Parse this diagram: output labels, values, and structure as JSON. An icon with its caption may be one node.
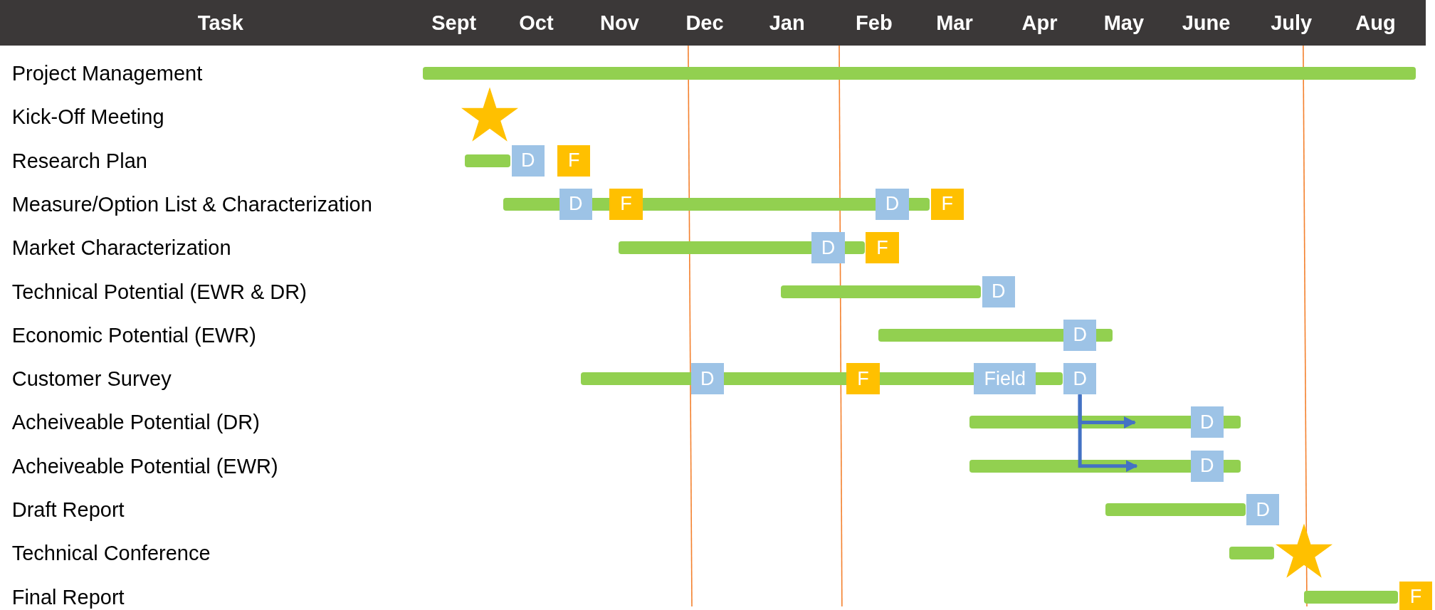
{
  "diagram": {
    "nodes": [
      {
        "text": [],
        "shape": "bar"
      },
      {
        "text": [],
        "shape": "star"
      },
      {
        "text": [],
        "shape": "bar"
      },
      {
        "text": [
          "D"
        ]
      },
      {
        "text": [
          "F"
        ]
      },
      {
        "text": [],
        "shape": "bar"
      },
      {
        "text": [
          "D"
        ]
      },
      {
        "text": [
          "F"
        ]
      },
      {
        "text": [
          "D"
        ]
      },
      {
        "text": [
          "F"
        ]
      },
      {
        "text": [],
        "shape": "bar"
      },
      {
        "text": [
          "D"
        ]
      },
      {
        "text": [
          "F"
        ]
      },
      {
        "text": [],
        "shape": "bar"
      },
      {
        "text": [
          "D"
        ]
      },
      {
        "text": [],
        "shape": "bar"
      },
      {
        "text": [
          "D"
        ]
      },
      {
        "text": [],
        "shape": "bar"
      },
      {
        "text": [
          "D"
        ]
      },
      {
        "text": [
          "F"
        ]
      },
      {
        "text": [
          "Field"
        ]
      },
      {
        "text": [
          "D"
        ]
      },
      {
        "text": [],
        "shape": "bar"
      },
      {
        "text": [
          "D"
        ]
      },
      {
        "text": [],
        "shape": "bar"
      },
      {
        "text": [
          "D"
        ]
      },
      {
        "text": [],
        "shape": "bar"
      },
      {
        "text": [
          "D"
        ]
      },
      {
        "text": [],
        "shape": "bar"
      },
      {
        "text": [],
        "shape": "star"
      },
      {
        "text": [],
        "shape": "bar"
      },
      {
        "text": [
          "F"
        ]
      }
    ],
    "edges": [
      {
        "from": 21,
        "to": 22,
        "arrow": "to"
      },
      {
        "from": 21,
        "to": 24,
        "arrow": "to"
      }
    ],
    "labels": [
      "Task",
      "Sept",
      "Oct",
      "Nov",
      "Dec",
      "Jan",
      "Feb",
      "Mar",
      "Apr",
      "May",
      "June",
      "July",
      "Aug",
      "Project Management",
      "Kick-Off Meeting",
      "Research Plan",
      "Measure/Option List & Characterization",
      "Market Characterization",
      "Technical Potential (EWR & DR)",
      "Economic Potential (EWR)",
      "Customer Survey",
      "Acheiveable Potential (DR)",
      "Acheiveable Potential (EWR)",
      "Draft Report",
      "Technical Conference",
      "Final Report"
    ]
  }
}
